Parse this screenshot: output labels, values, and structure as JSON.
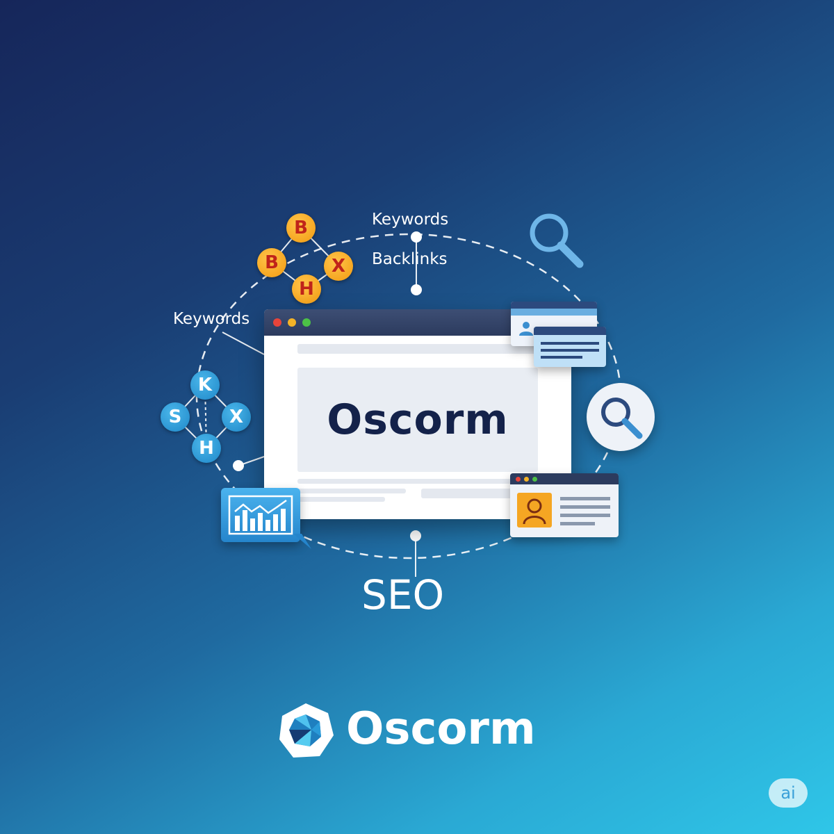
{
  "diagram": {
    "labels": {
      "keywords_top": "Keywords",
      "backlinks": "Backlinks",
      "keywords_left": "Keywords"
    },
    "orange_nodes": [
      "B",
      "B",
      "X",
      "H"
    ],
    "blue_nodes": [
      "K",
      "S",
      "X",
      "H"
    ],
    "screen_title": "Oscorm",
    "center_label": "SEO"
  },
  "brand": {
    "name": "Oscorm"
  },
  "badge": {
    "label": "ai"
  },
  "colors": {
    "background_start": "#16265a",
    "background_end": "#2fc6e8",
    "node_orange": "#f5a623",
    "node_orange_text": "#c0241a",
    "node_blue": "#2a9ad8",
    "window_bar": "#2c3b5e",
    "screen_text": "#14224a"
  },
  "icons": [
    "magnifier-icon",
    "magnifier-circle-icon",
    "user-card-icon",
    "profile-card-icon",
    "chart-card-icon",
    "logo-icon"
  ]
}
